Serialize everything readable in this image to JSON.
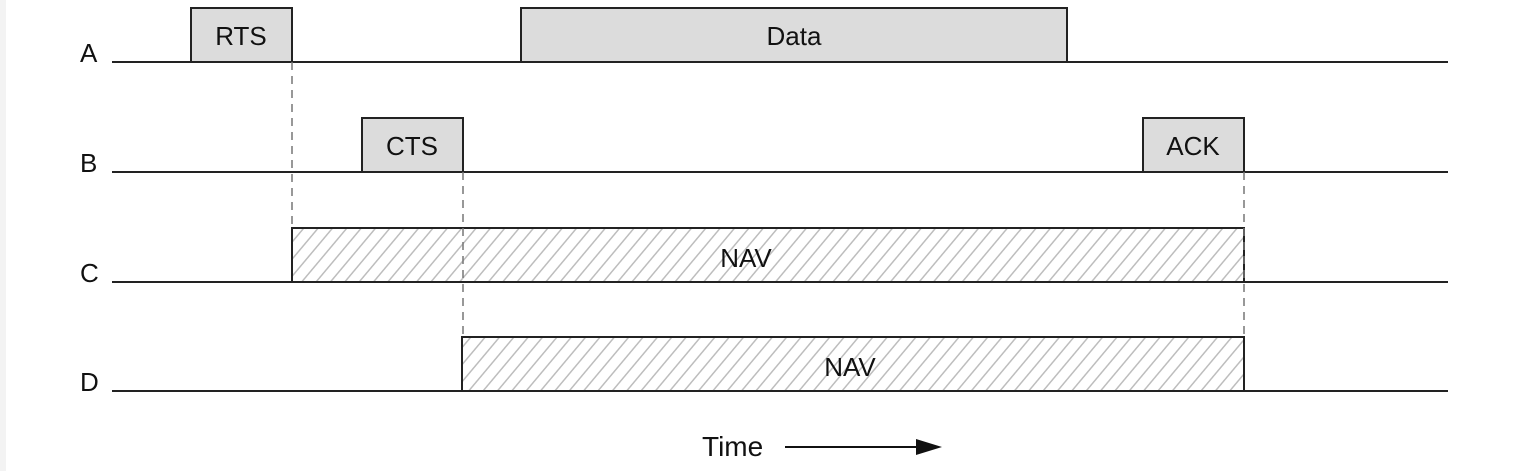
{
  "rows": [
    {
      "label": "A"
    },
    {
      "label": "B"
    },
    {
      "label": "C"
    },
    {
      "label": "D"
    }
  ],
  "frames": {
    "rts": "RTS",
    "data": "Data",
    "cts": "CTS",
    "ack": "ACK",
    "nav_c": "NAV",
    "nav_d": "NAV"
  },
  "time_label": "Time",
  "colors": {
    "box_fill": "#dcdcdc",
    "stroke": "#222222",
    "hatch": "#bdbdbd",
    "guide": "#777777"
  }
}
